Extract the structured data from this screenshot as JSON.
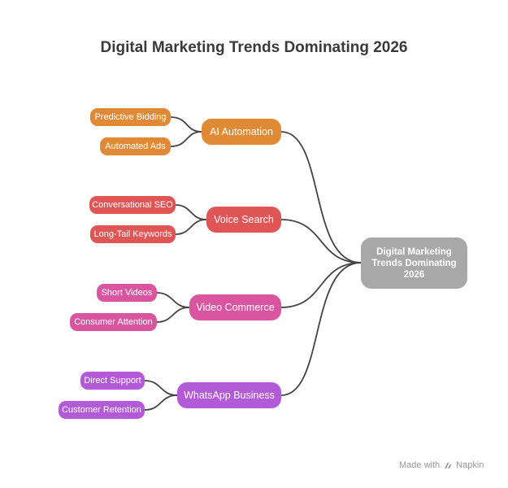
{
  "title": "Digital Marketing Trends Dominating 2026",
  "root": {
    "label": "Digital Marketing Trends Dominating 2026",
    "color": "#a8a8a8"
  },
  "branches": [
    {
      "label": "AI Automation",
      "color": "#e08a35",
      "leaves": [
        "Predictive Bidding",
        "Automated Ads"
      ]
    },
    {
      "label": "Voice Search",
      "color": "#e05555",
      "leaves": [
        "Conversational SEO",
        "Long-Tail Keywords"
      ]
    },
    {
      "label": "Video Commerce",
      "color": "#da55a0",
      "leaves": [
        "Short Videos",
        "Consumer Attention"
      ]
    },
    {
      "label": "WhatsApp Business",
      "color": "#b35ad8",
      "leaves": [
        "Direct Support",
        "Customer Retention"
      ]
    }
  ],
  "footer": {
    "made_with": "Made with",
    "brand": "Napkin",
    "icon": "napkin-logo-icon"
  }
}
